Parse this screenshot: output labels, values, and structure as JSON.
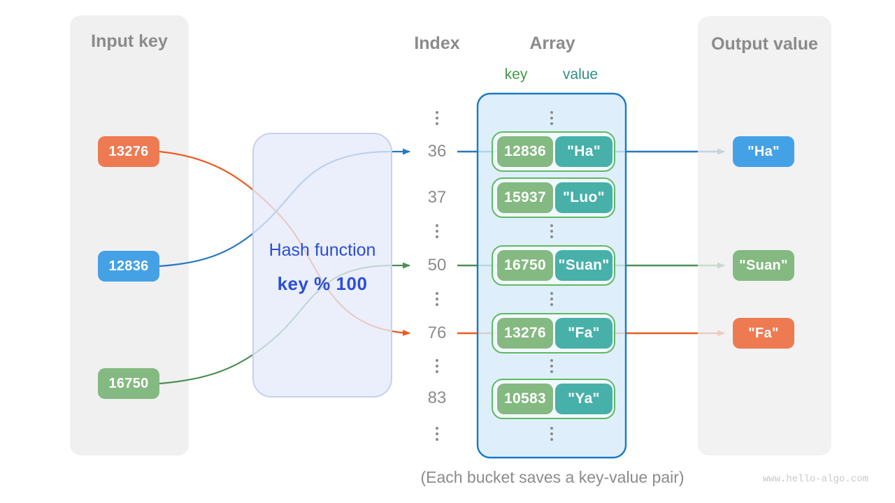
{
  "panels": {
    "input": {
      "title": "Input key"
    },
    "output": {
      "title": "Output value"
    }
  },
  "headers": {
    "index": "Index",
    "array": "Array",
    "key": "key",
    "value": "value"
  },
  "hash_box": {
    "line1": "Hash function",
    "line2": "key % 100"
  },
  "input_keys": [
    {
      "label": "13276",
      "color": "#ee7a52"
    },
    {
      "label": "12836",
      "color": "#45a1e6"
    },
    {
      "label": "16750",
      "color": "#84b981"
    }
  ],
  "index_numbers": [
    "36",
    "37",
    "50",
    "76",
    "83"
  ],
  "buckets": [
    {
      "key": "12836",
      "value": "\"Ha\""
    },
    {
      "key": "15937",
      "value": "\"Luo\""
    },
    {
      "key": "16750",
      "value": "\"Suan\""
    },
    {
      "key": "13276",
      "value": "\"Fa\""
    },
    {
      "key": "10583",
      "value": "\"Ya\""
    }
  ],
  "output_values": [
    {
      "label": "\"Ha\"",
      "color": "#45a1e6"
    },
    {
      "label": "\"Suan\"",
      "color": "#84b981"
    },
    {
      "label": "\"Fa\"",
      "color": "#ee7a52"
    }
  ],
  "arrows": [
    {
      "from_key": "12836",
      "to_index": "36",
      "to_value": "\"Ha\"",
      "color": "#2878bf"
    },
    {
      "from_key": "16750",
      "to_index": "50",
      "to_value": "\"Suan\"",
      "color": "#4c8f53"
    },
    {
      "from_key": "13276",
      "to_index": "76",
      "to_value": "\"Fa\"",
      "color": "#ed5a1f"
    }
  ],
  "caption": "(Each bucket saves a key-value pair)",
  "footer": "www.hello-algo.com",
  "colors": {
    "box_orange": "#ee7a52",
    "box_blue": "#45a1e6",
    "box_green": "#84b981",
    "box_teal": "#47b0a9",
    "bucket_border": "#5fba63",
    "array_border": "#1b79c2",
    "hash_text": "#2a4ed6",
    "label_gray": "#8b8b8b"
  }
}
